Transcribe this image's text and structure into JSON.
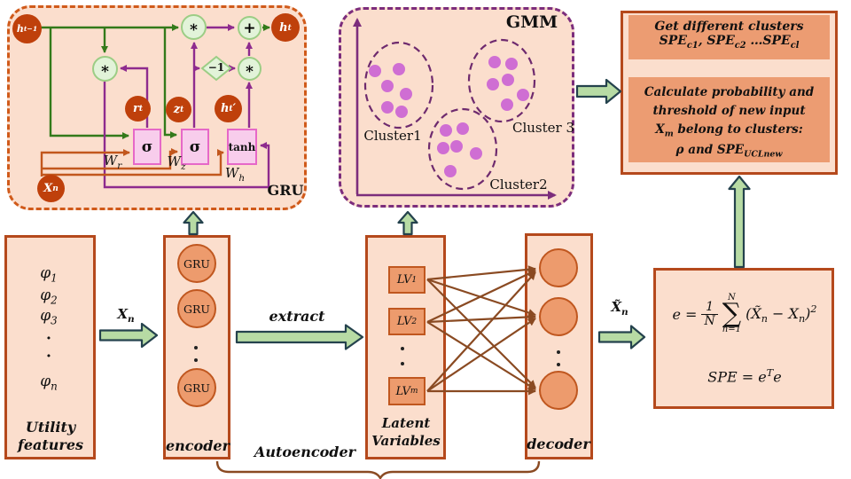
{
  "gru_cell": {
    "title": "GRU",
    "h_prev": "h<sub>t−1</sub>",
    "h_t": "h<sub>t</sub>",
    "r_t": "r<sub>t</sub>",
    "z_t": "z<sub>t</sub>",
    "h_t_prime": "h<sub>t</sub>′",
    "x_n": "X<sub>n</sub>",
    "mul": "∗",
    "add": "+",
    "minus_one": "−1",
    "sigma": "σ",
    "tanh": "tanh",
    "w_r": "W<sub>r</sub>",
    "w_z": "W<sub>z</sub>",
    "w_h": "W<sub>h</sub>"
  },
  "gmm": {
    "title": "GMM",
    "cluster1": "Cluster1",
    "cluster2": "Cluster2",
    "cluster3": "Cluster 3"
  },
  "results": {
    "box1_line1": "Get different clusters",
    "box1_line2": "SPE<sub>c1</sub>, SPE<sub>c2</sub> …SPE<sub>cl</sub>",
    "box2_line1": "Calculate probability and",
    "box2_line2": "threshold of new input",
    "box2_line3": "X<sub>m</sub> belong to clusters:",
    "box2_line4": "ρ and SPE<sub>UCLnew</sub>"
  },
  "utility": {
    "phis": [
      "φ<sub>1</sub>",
      "φ<sub>2</sub>",
      "φ<sub>3</sub>",
      "·",
      "·",
      "φ<sub>n</sub>"
    ],
    "caption_line1": "Utility",
    "caption_line2": "features"
  },
  "flow": {
    "x_n_label": "X<sub>n</sub>",
    "extract_label": "extract",
    "x_tilde_label": "X̃<sub>n</sub>",
    "autoencoder_label": "Autoencoder"
  },
  "encoder": {
    "label": "encoder",
    "units": [
      "GRU",
      "GRU",
      "GRU"
    ]
  },
  "latent": {
    "label_line1": "Latent",
    "label_line2": "Variables",
    "units": [
      "LV<sub>1</sub>",
      "LV<sub>2</sub>",
      "LV<sub>m</sub>"
    ]
  },
  "decoder": {
    "label": "decoder"
  },
  "spe": {
    "lhs": "e =",
    "frac_num": "1",
    "frac_den": "N",
    "sum_sym": "∑",
    "sum_top": "N",
    "sum_bottom": "n=1",
    "body": "(X̃<sub>n</sub> − X<sub>n</sub>)",
    "exp": "2",
    "line2": "SPE = e<sup>T</sup>e"
  }
}
